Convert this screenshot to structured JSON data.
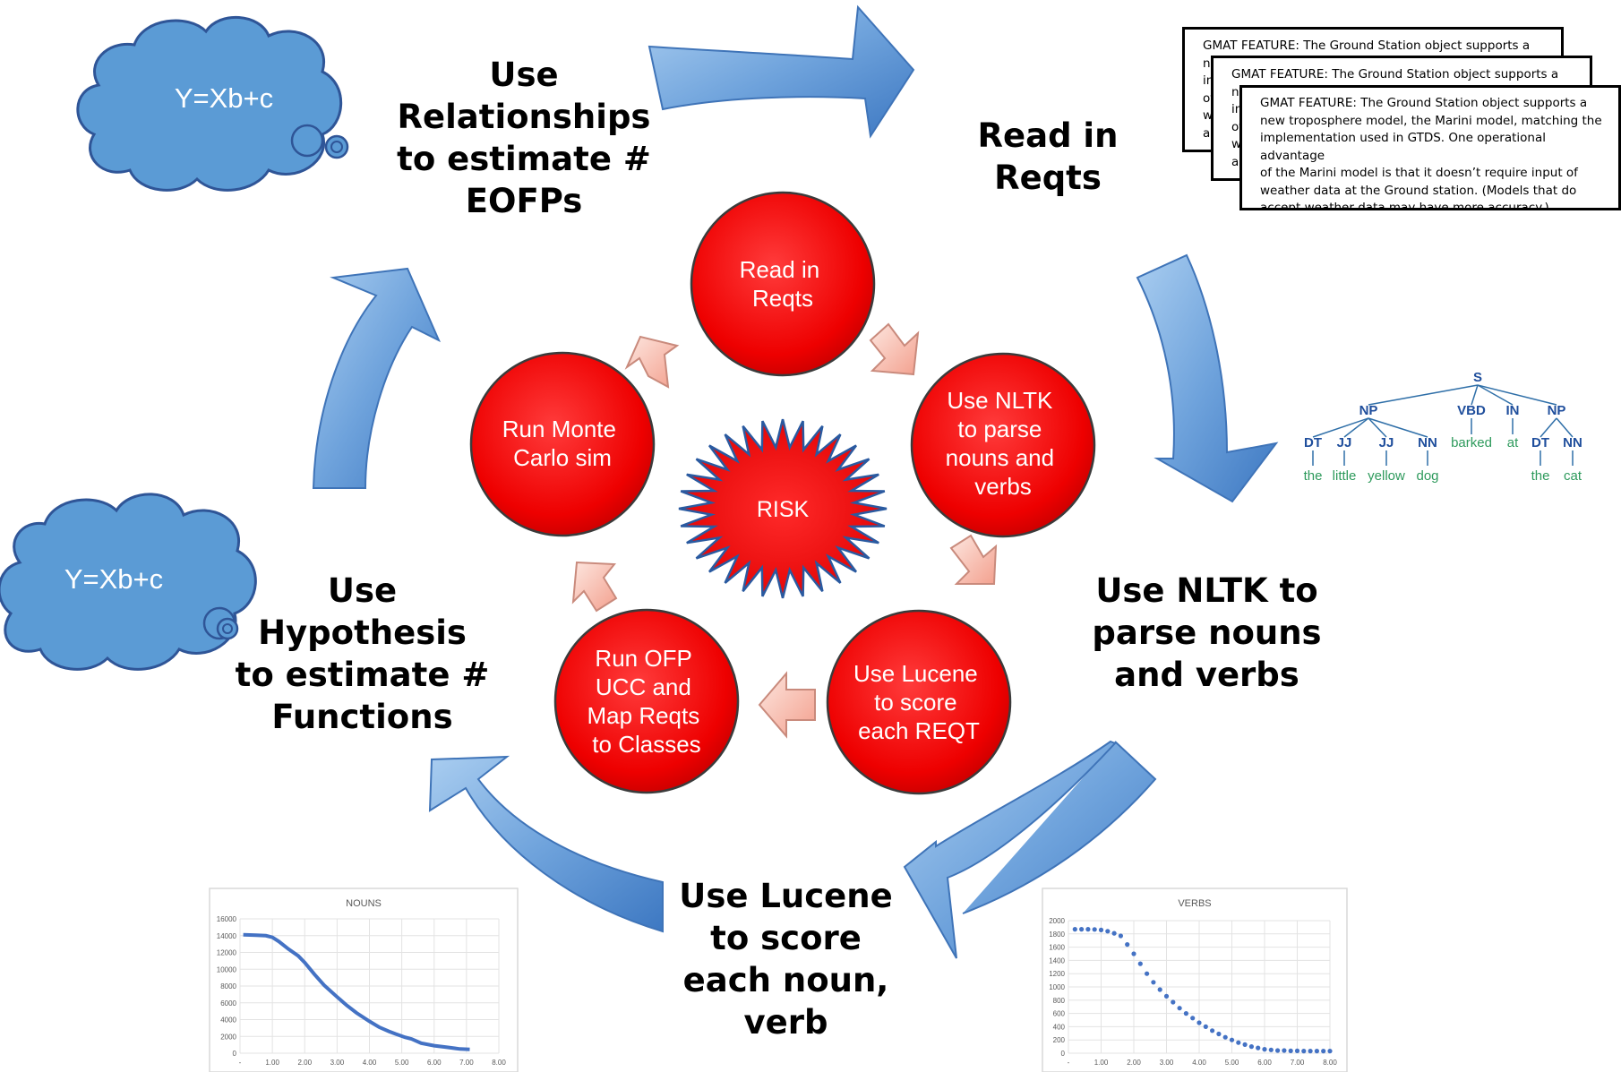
{
  "top_label": "Use Relationships to estimate # EOFPs",
  "right_top_label": "Read in Reqts",
  "right_bottom_label": "Use NLTK to parse nouns and verbs",
  "bottom_label": "Use Lucene to score each noun, verb",
  "left_label": "Use Hypothesis to estimate # Functions",
  "cloud_top": "Y=Xb+c",
  "cloud_left": "Y=Xb+c",
  "center_star": "RISK",
  "inner_circles": {
    "top": [
      "Read in",
      "Reqts"
    ],
    "right": [
      "Use NLTK",
      "to parse",
      "nouns and",
      "verbs"
    ],
    "bottom_right": [
      "Use Lucene",
      "to score",
      "each REQT"
    ],
    "bottom_left": [
      "Run OFP",
      "UCC and",
      "Map Reqts",
      "to Classes"
    ],
    "left": [
      "Run Monte",
      "Carlo sim"
    ]
  },
  "requirement_cards": {
    "stub": "GMAT FEATURE: The Ground Station object supports a",
    "full_lines": [
      "GMAT FEATURE: The Ground Station object supports a",
      "new troposphere model, the Marini model, matching the",
      "implementation used in GTDS. One operational advantage",
      "of the Marini model is that it doesn’t require input of",
      "weather data at the Ground station. (Models that do",
      "accept weather data may have more accuracy.)"
    ],
    "back_fragments": [
      "ne",
      "in",
      "ot",
      "w",
      "ac"
    ],
    "mid_fragments": [
      "ne",
      "in",
      "ot",
      "w",
      "ac"
    ]
  },
  "parse_tree": {
    "root": "S",
    "np1": "NP",
    "vbd": "VBD",
    "in": "IN",
    "np2": "NP",
    "tags": [
      "DT",
      "JJ",
      "JJ",
      "NN",
      "DT",
      "NN"
    ],
    "words": [
      "the",
      "little",
      "yellow",
      "dog",
      "barked",
      "at",
      "the",
      "cat"
    ]
  },
  "chart_data": [
    {
      "type": "line",
      "title": "NOUNS",
      "x_ticks": [
        "-",
        "1.00",
        "2.00",
        "3.00",
        "4.00",
        "5.00",
        "6.00",
        "7.00",
        "8.00"
      ],
      "y_ticks": [
        "0",
        "2000",
        "4000",
        "6000",
        "8000",
        "10000",
        "12000",
        "14000",
        "16000"
      ],
      "xlim": [
        0,
        8
      ],
      "ylim": [
        0,
        16000
      ],
      "grid": true,
      "x": [
        0.1,
        0.5,
        0.8,
        1.0,
        1.2,
        1.5,
        1.8,
        2.0,
        2.3,
        2.6,
        3.0,
        3.3,
        3.6,
        4.0,
        4.3,
        4.6,
        4.8,
        5.1,
        5.3,
        5.6,
        6.0,
        6.4,
        6.8,
        7.1
      ],
      "y": [
        14100,
        14050,
        14000,
        13800,
        13300,
        12400,
        11600,
        10800,
        9400,
        8100,
        6700,
        5700,
        4800,
        3800,
        3100,
        2600,
        2300,
        1900,
        1700,
        1200,
        900,
        700,
        500,
        450
      ]
    },
    {
      "type": "scatter",
      "title": "VERBS",
      "x_ticks": [
        "-",
        "1.00",
        "2.00",
        "3.00",
        "4.00",
        "5.00",
        "6.00",
        "7.00",
        "8.00"
      ],
      "y_ticks": [
        "0",
        "200",
        "400",
        "600",
        "800",
        "1000",
        "1200",
        "1400",
        "1600",
        "1800",
        "2000"
      ],
      "xlim": [
        0,
        8
      ],
      "ylim": [
        0,
        2000
      ],
      "grid": true,
      "x": [
        0.2,
        0.4,
        0.6,
        0.8,
        1.0,
        1.2,
        1.4,
        1.6,
        1.8,
        2.0,
        2.2,
        2.4,
        2.6,
        2.8,
        3.0,
        3.2,
        3.4,
        3.6,
        3.8,
        4.0,
        4.2,
        4.4,
        4.6,
        4.8,
        5.0,
        5.2,
        5.4,
        5.6,
        5.8,
        6.0,
        6.2,
        6.4,
        6.6,
        6.8,
        7.0,
        7.2,
        7.4,
        7.6,
        7.8,
        8.0
      ],
      "y": [
        1870,
        1870,
        1870,
        1868,
        1860,
        1840,
        1810,
        1770,
        1640,
        1500,
        1350,
        1200,
        1070,
        960,
        860,
        770,
        680,
        600,
        530,
        460,
        400,
        340,
        290,
        240,
        200,
        160,
        130,
        100,
        80,
        60,
        50,
        40,
        40,
        35,
        35,
        33,
        33,
        32,
        32,
        32
      ]
    }
  ]
}
